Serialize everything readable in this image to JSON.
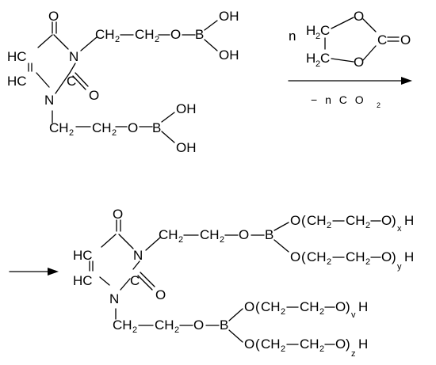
{
  "reactant": {
    "O": "O",
    "N": "N",
    "B": "B",
    "OH": "OH",
    "HC": "HC",
    "H2": "H",
    "two": "2",
    "C": "C"
  },
  "reagent": {
    "n": "n",
    "O": "O",
    "C": "C",
    "H": "H",
    "two": "2"
  },
  "arrow_condition": {
    "minus_n_c_o": "− n C O",
    "sub": "2"
  },
  "product": {
    "O": "O",
    "N": "N",
    "B": "B",
    "H": "H",
    "HC": "HC",
    "C": "C",
    "two": "2",
    "CH": "CH",
    "x": "x",
    "y": "y",
    "v": "v",
    "z": "z",
    "paren_open": "(",
    "paren_close": ")"
  }
}
